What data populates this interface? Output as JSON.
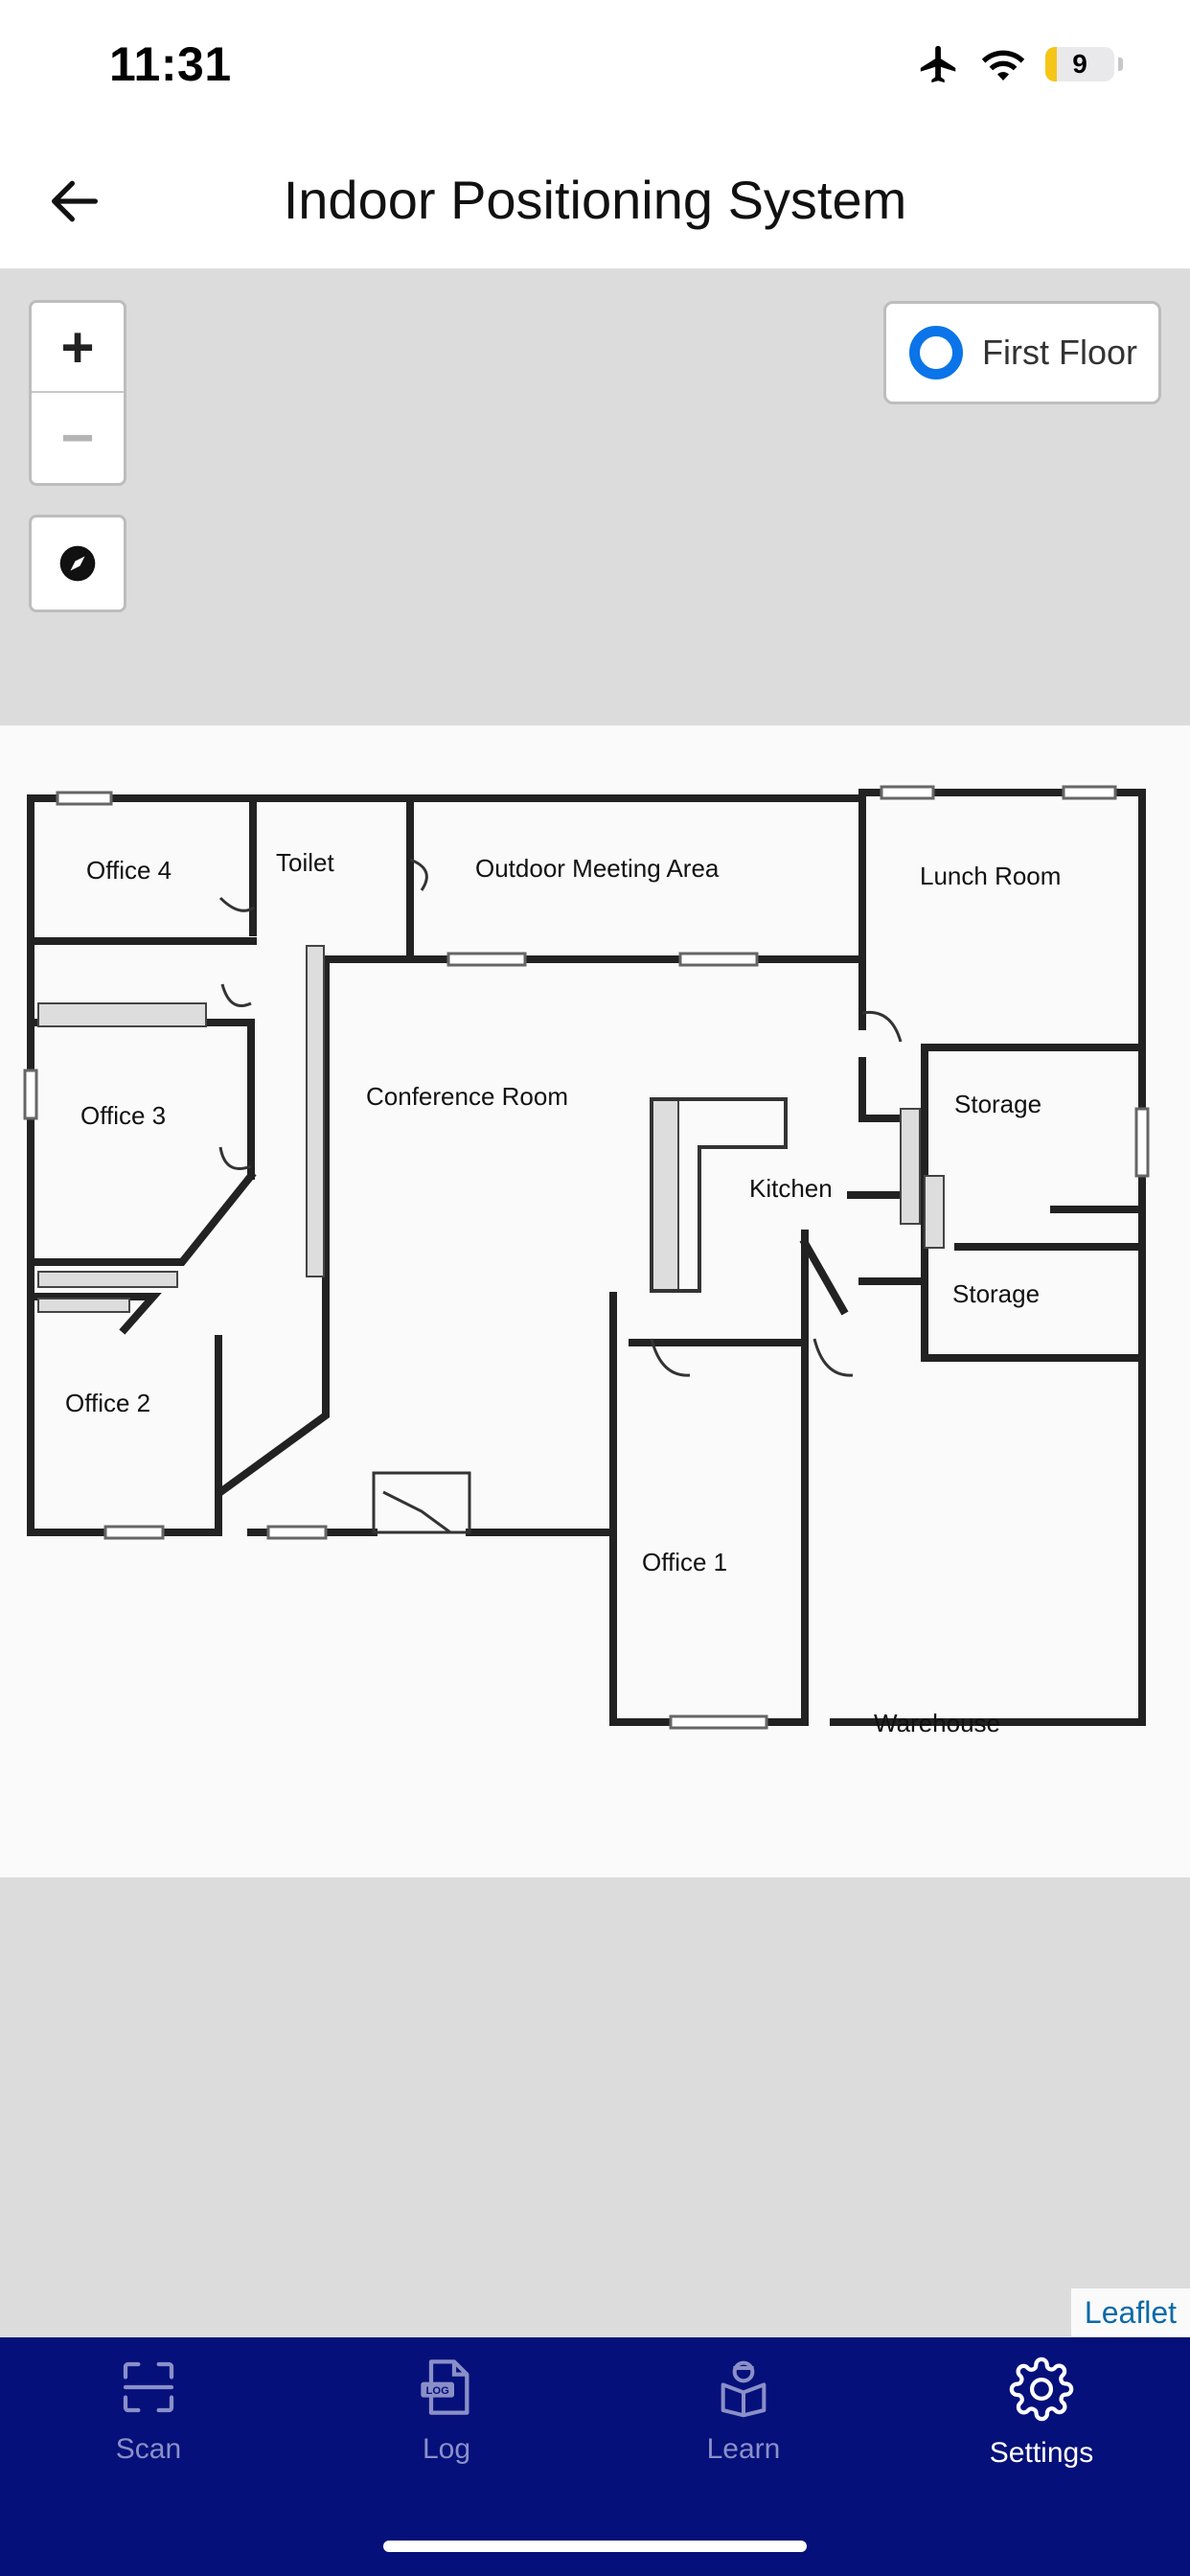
{
  "status": {
    "time": "11:31",
    "battery": "9"
  },
  "header": {
    "title": "Indoor Positioning System"
  },
  "map": {
    "floor_selector": {
      "selected": "First Floor"
    },
    "rooms": {
      "office4": "Office 4",
      "toilet": "Toilet",
      "outdoor": "Outdoor Meeting Area",
      "lunch": "Lunch Room",
      "office3": "Office 3",
      "conference": "Conference Room",
      "storage1": "Storage",
      "kitchen": "Kitchen",
      "storage2": "Storage",
      "office2": "Office 2",
      "office1": "Office 1",
      "warehouse": "Warehouse"
    },
    "attribution": "Leaflet"
  },
  "tabbar": {
    "tabs": [
      {
        "label": "Scan",
        "icon": "scan-icon"
      },
      {
        "label": "Log",
        "icon": "log-icon",
        "icon_text": "LOG"
      },
      {
        "label": "Learn",
        "icon": "learn-icon"
      },
      {
        "label": "Settings",
        "icon": "gear-icon"
      }
    ],
    "active": "Settings",
    "colors": {
      "background": "#05107a",
      "inactive": "#8a8fc8",
      "active": "#ffffff"
    }
  }
}
